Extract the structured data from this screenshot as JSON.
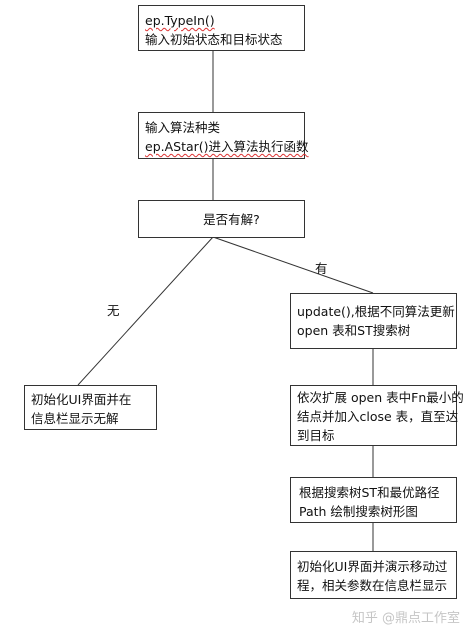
{
  "nodes": {
    "n1": {
      "line1": "ep.TypeIn()",
      "line2": "输入初始状态和目标状态"
    },
    "n2": {
      "line1": "输入算法种类",
      "line2": "ep.AStar()进入算法执行函数"
    },
    "decision": {
      "text": "是否有解?"
    },
    "no_box": {
      "line1": "初始化UI界面并在",
      "line2": "信息栏显示无解"
    },
    "yes1": {
      "line1": "update(),根据不同算法更新",
      "line2": "open 表和ST搜索树"
    },
    "yes2": {
      "line1": "依次扩展 open 表中Fn最小的",
      "line2": "结点并加入close 表，直至达",
      "line3": "到目标"
    },
    "yes3": {
      "line1": "根据搜索树ST和最优路径",
      "line2": "Path 绘制搜索树形图"
    },
    "yes4": {
      "line1": "初始化UI界面并演示移动过",
      "line2": "程，相关参数在信息栏显示"
    }
  },
  "edges": {
    "yes_label": "有",
    "no_label": "无"
  },
  "watermark": "知乎 @鼎点工作室"
}
